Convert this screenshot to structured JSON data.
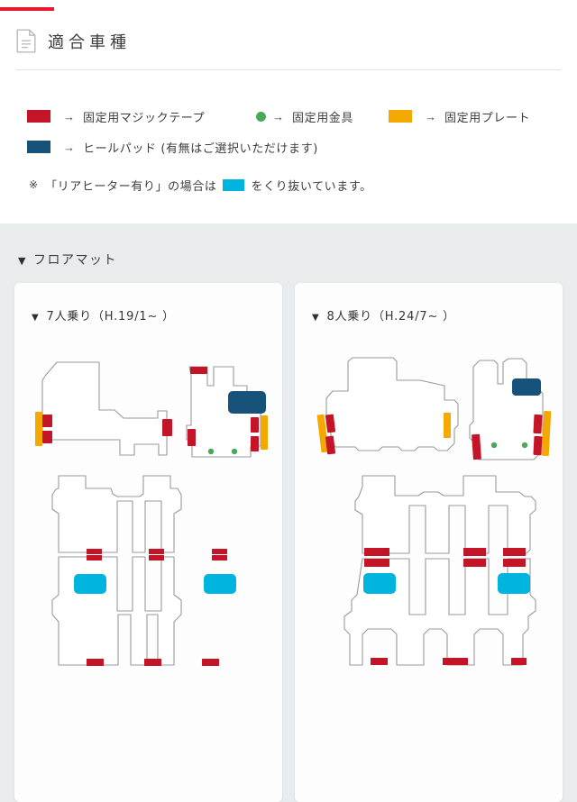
{
  "accent_color": "#e8192c",
  "header": {
    "icon": "document-note-icon",
    "title": "適合車種"
  },
  "legend": {
    "items": [
      {
        "swatch": "#c41427",
        "shape": "square",
        "arrow": "→",
        "label": "固定用マジックテープ",
        "name": "velcro-tape"
      },
      {
        "swatch": "#4ba858",
        "shape": "circle",
        "arrow": "→",
        "label": "固定用金具",
        "name": "metal-fitting"
      },
      {
        "swatch": "#f5a800",
        "shape": "square",
        "arrow": "→",
        "label": "固定用プレート",
        "name": "fixing-plate"
      },
      {
        "swatch": "#17527a",
        "shape": "square",
        "arrow": "→",
        "label": "ヒールパッド (有無はご選択いただけます)",
        "name": "heel-pad"
      }
    ],
    "note": {
      "mark": "※",
      "text_before": "「リアヒーター有り」の場合は",
      "swatch": "#00b4e0",
      "text_after": "をくり抜いています。"
    }
  },
  "section": {
    "triangle": "▼",
    "title": "フロアマット"
  },
  "panels": [
    {
      "name": "panel-7-seater",
      "triangle": "▼",
      "title": "7人乗り（H.19/1~ ）",
      "seats": 7,
      "model_year": "H.19/1~"
    },
    {
      "name": "panel-8-seater",
      "triangle": "▼",
      "title": "8人乗り（H.24/7~ ）",
      "seats": 8,
      "model_year": "H.24/7~"
    }
  ],
  "colors": {
    "mat_outline": "#9a9a9a",
    "velcro_red": "#c41427",
    "plate_orange": "#f5a800",
    "fitting_green": "#4ba858",
    "heel_pad_navy": "#17527a",
    "rear_heater_cyan": "#00b4e0",
    "grey_background": "#e9ecec",
    "panel_background": "#fdfdfd"
  }
}
